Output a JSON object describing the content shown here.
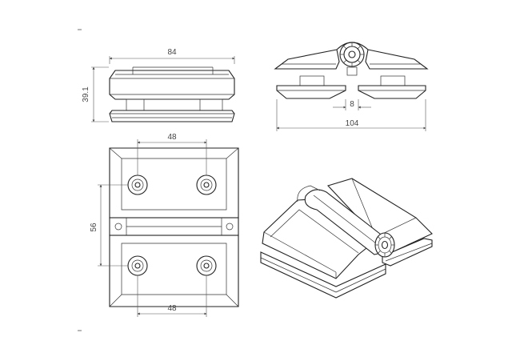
{
  "drawing": {
    "dimensions": {
      "front_width": "84",
      "front_height": "39.1",
      "side_width": "104",
      "side_gap": "8",
      "plan_hole_spacing_top": "48",
      "plan_hole_spacing_bottom": "48",
      "plan_hole_spacing_vertical": "56"
    }
  }
}
